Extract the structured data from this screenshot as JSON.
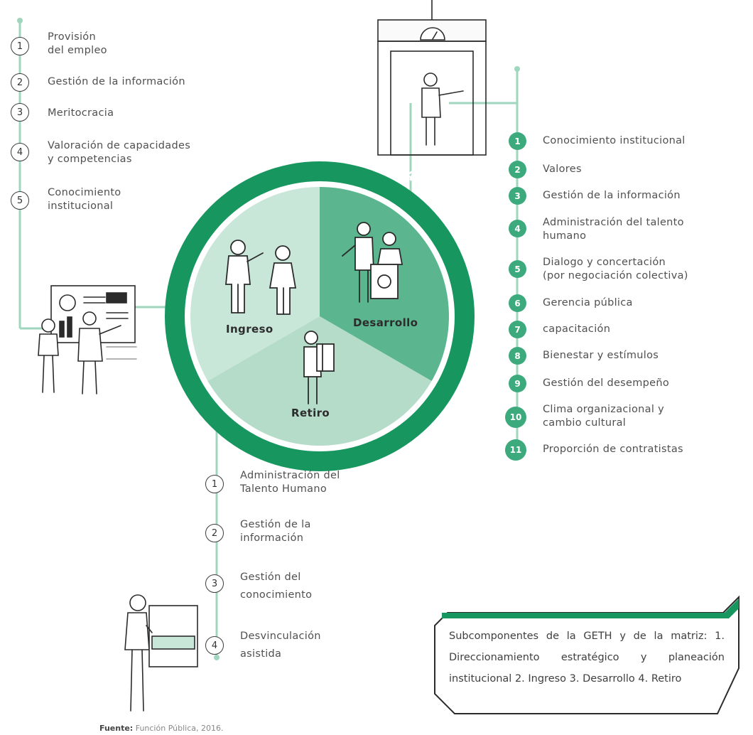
{
  "wheel": {
    "title": "GESTIÓN DEL TALENTO HUMANO",
    "segments": [
      {
        "label": "Ingreso"
      },
      {
        "label": "Desarrollo"
      },
      {
        "label": "Retiro"
      }
    ]
  },
  "ingreso_list": [
    {
      "number": "1",
      "text": "Provisión\ndel empleo"
    },
    {
      "number": "2",
      "text": "Gestión de la información"
    },
    {
      "number": "3",
      "text": "Meritocracia"
    },
    {
      "number": "4",
      "text": "Valoración de capacidades\ny competencias"
    },
    {
      "number": "5",
      "text": "Conocimiento\ninstitucional"
    }
  ],
  "desarrollo_list": [
    {
      "number": "1",
      "text": "Conocimiento institucional"
    },
    {
      "number": "2",
      "text": "Valores"
    },
    {
      "number": "3",
      "text": "Gestión de la información"
    },
    {
      "number": "4",
      "text": "Administración del talento\nhumano"
    },
    {
      "number": "5",
      "text": "Dialogo y concertación\n(por negociación colectiva)"
    },
    {
      "number": "6",
      "text": "Gerencia pública"
    },
    {
      "number": "7",
      "text": "capacitación"
    },
    {
      "number": "8",
      "text": "Bienestar y estímulos"
    },
    {
      "number": "9",
      "text": "Gestión del desempeño"
    },
    {
      "number": "10",
      "text": "Clima organizacional y\ncambio cultural"
    },
    {
      "number": "11",
      "text": "Proporción de contratistas"
    }
  ],
  "retiro_list": [
    {
      "number": "1",
      "text": "Administración del\nTalento Humano"
    },
    {
      "number": "2",
      "text": "Gestión de la\ninformación"
    },
    {
      "number": "3",
      "text": "Gestión del\nconocimiento"
    },
    {
      "number": "4",
      "text": "Desvinculación\nasistida"
    }
  ],
  "callout": {
    "text": "Subcomponentes de la GETH y de la matriz: 1. Direccionamiento estratégico y planeación institucional 2. Ingreso 3. Desarrollo 4. Retiro"
  },
  "source": {
    "label": "Fuente:",
    "text": "Función Pública, 2016."
  },
  "colors": {
    "dark_green": "#17975f",
    "mid_green": "#5bb58f",
    "light_green": "#b4dcc9",
    "pale_green": "#c9e7d8",
    "line_green": "#9fd6bd"
  }
}
